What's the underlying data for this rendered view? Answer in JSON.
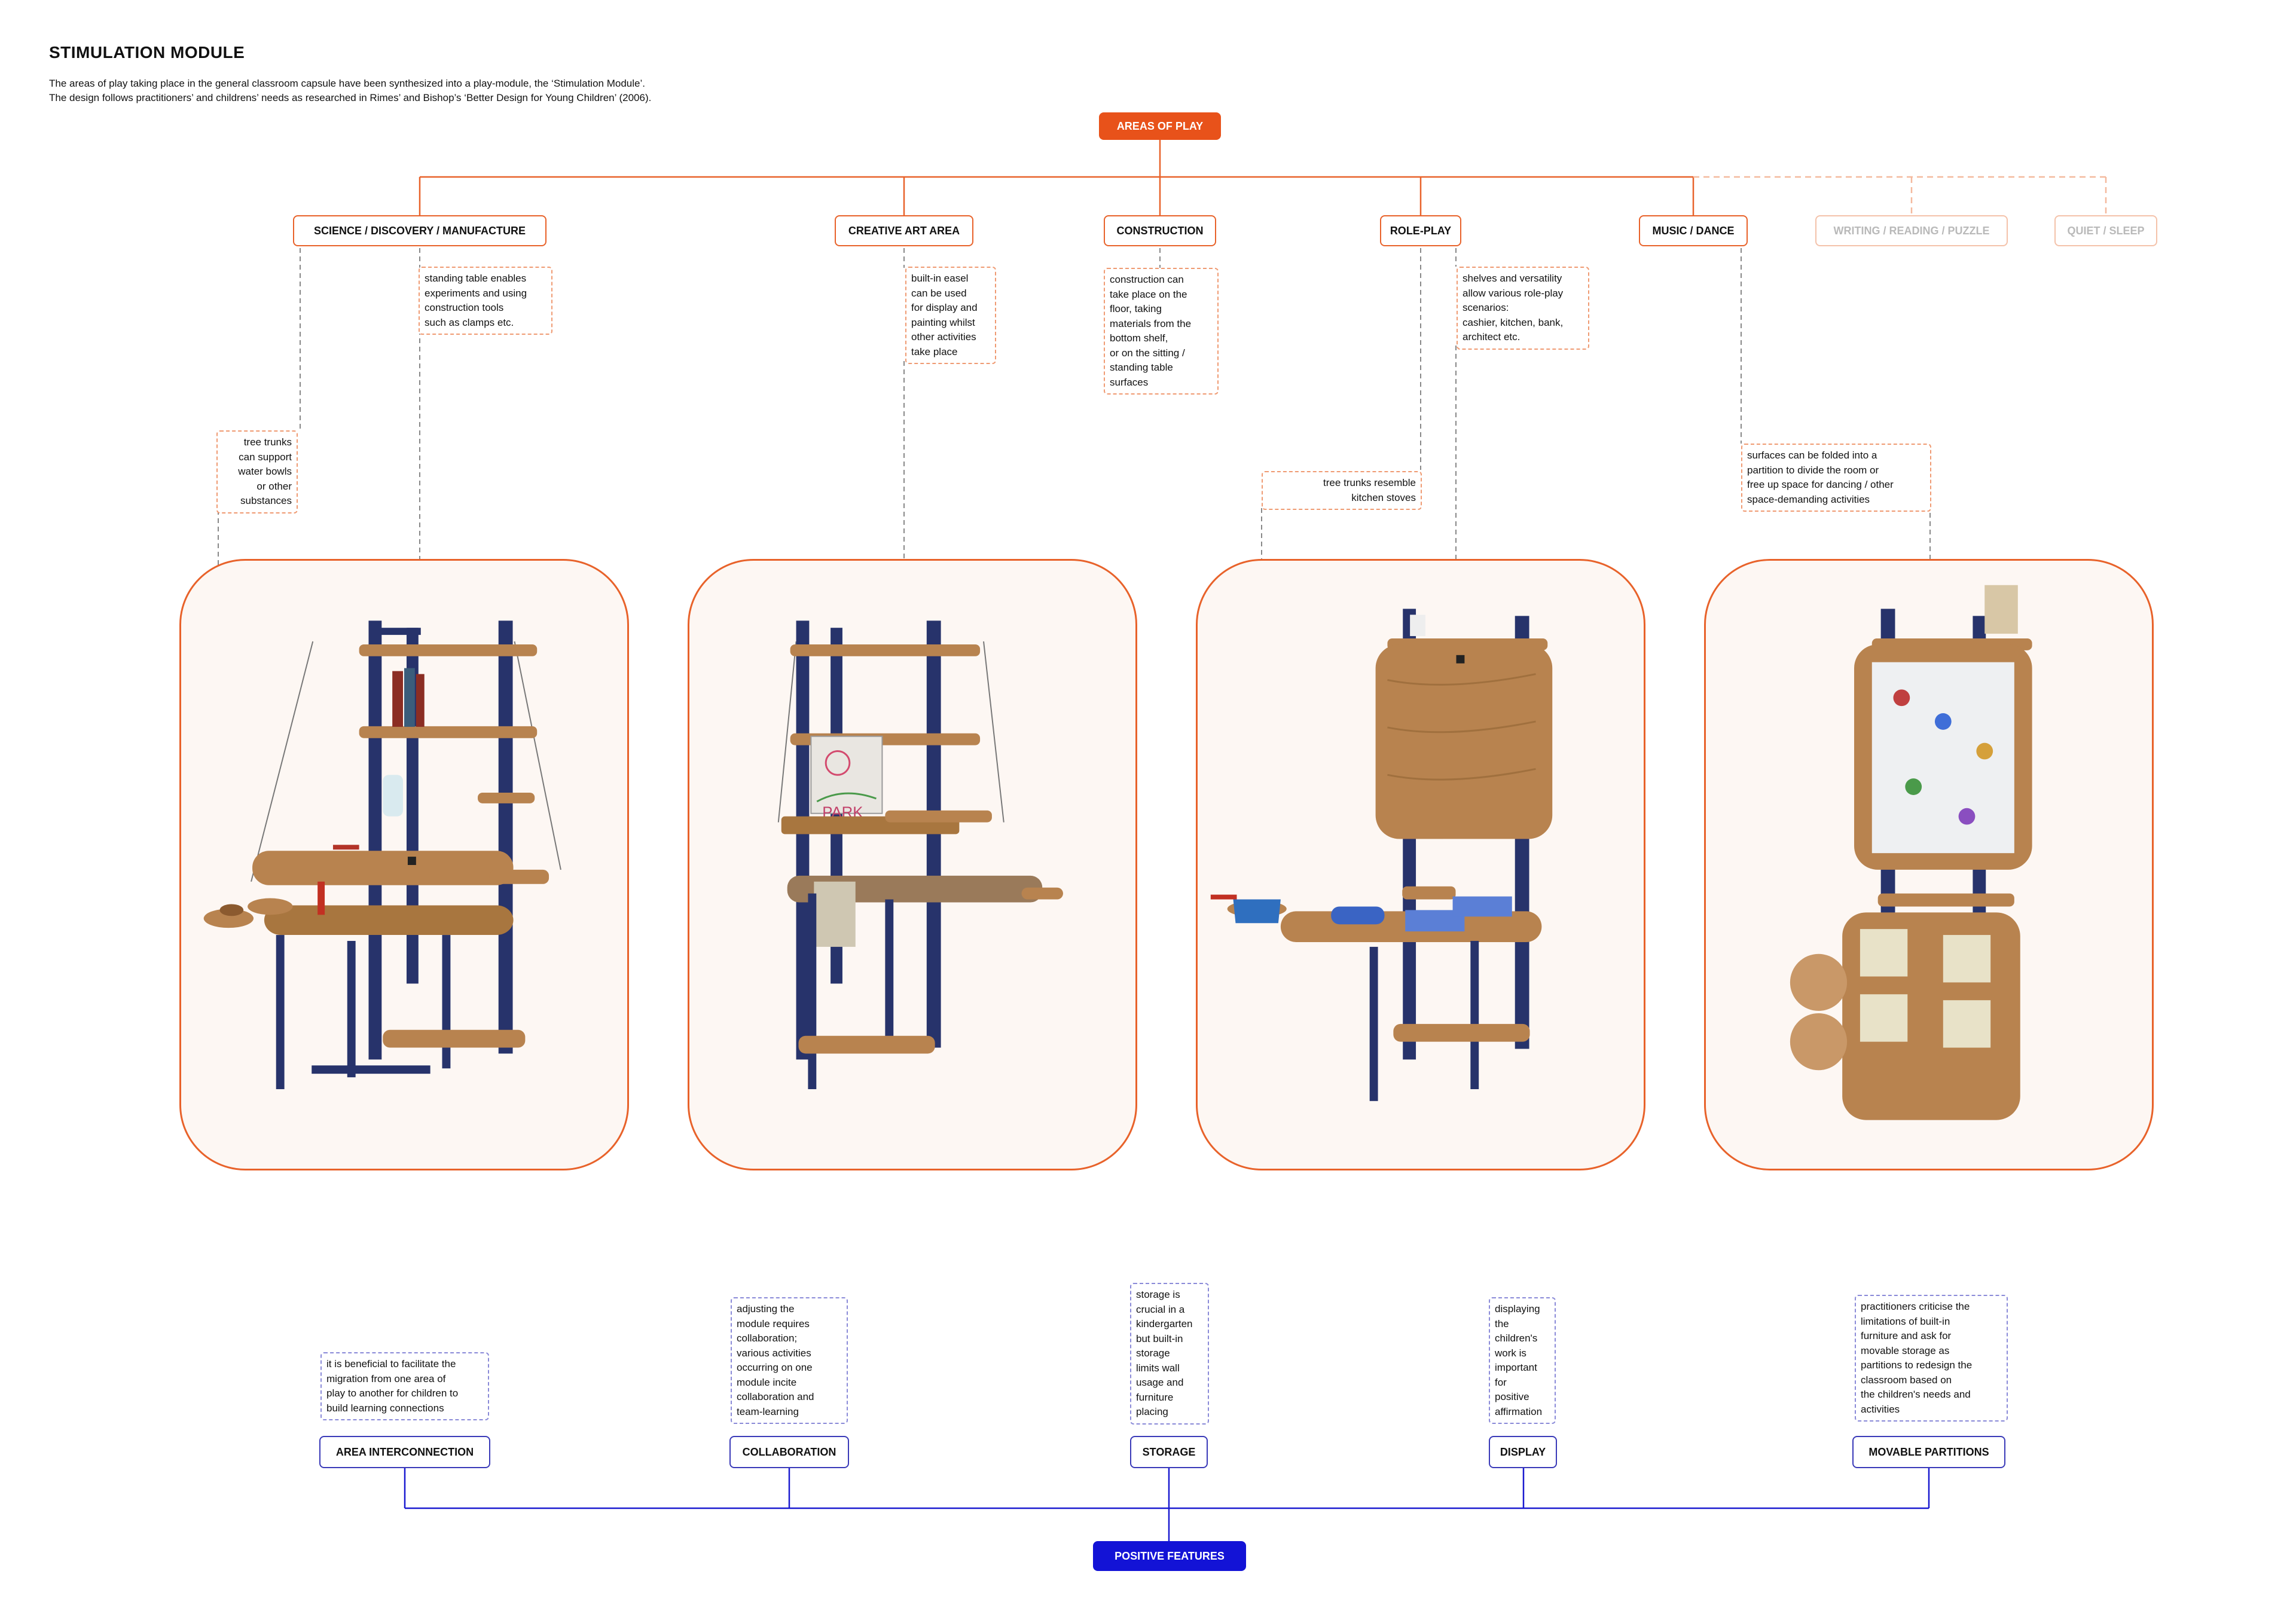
{
  "title": "STIMULATION MODULE",
  "intro": [
    "The areas of play taking place in the general classroom capsule have been synthesized into a play-module, the ‘Stimulation Module’.",
    "The design follows practitioners’ and childrens’ needs as researched in Rimes’ and Bishop’s ‘Better Design for Young Children’ (2006)."
  ],
  "areas_root": "AREAS OF PLAY",
  "areas": [
    "SCIENCE / DISCOVERY / MANUFACTURE",
    "CREATIVE ART AREA",
    "CONSTRUCTION",
    "ROLE-PLAY",
    "MUSIC / DANCE",
    "WRITING / READING / PUZZLE",
    "QUIET / SLEEP"
  ],
  "area_notes": {
    "science_table": [
      "standing table enables",
      "experiments and using",
      "construction tools",
      "such as clamps etc."
    ],
    "science_trunks": [
      "tree trunks",
      "can support",
      "water bowls",
      "or other",
      "substances"
    ],
    "art": [
      "built-in easel",
      "can be used",
      "for display and",
      "painting whilst",
      "other activities",
      "take place"
    ],
    "construction": [
      "construction can",
      "take place on the",
      "floor, taking",
      "materials from the",
      "bottom shelf,",
      "or on the sitting /",
      "standing table",
      "surfaces"
    ],
    "roleplay_shelves": [
      "shelves and versatility",
      "allow various role-play",
      "scenarios:",
      "cashier, kitchen, bank,",
      "architect etc."
    ],
    "roleplay_trunks": [
      "tree trunks resemble",
      "kitchen stoves"
    ],
    "music": [
      "surfaces can be folded into a",
      "partition to divide the room or",
      "free up space for dancing / other",
      "space-demanding activities"
    ]
  },
  "features_root": "POSITIVE FEATURES",
  "features": [
    "AREA INTERCONNECTION",
    "COLLABORATION",
    "STORAGE",
    "DISPLAY",
    "MOVABLE PARTITIONS"
  ],
  "feature_notes": {
    "interconnection": [
      "it is beneficial to facilitate the",
      "migration from one area of",
      "play to another for children to",
      "build learning connections"
    ],
    "collaboration": [
      "adjusting the",
      "module requires",
      "collaboration;",
      "various activities",
      "occurring on one",
      "module incite",
      "collaboration and",
      "team-learning"
    ],
    "storage": [
      "storage is",
      "crucial in a",
      "kindergarten",
      "but built-in",
      "storage",
      "limits wall",
      "usage and",
      "furniture",
      "placing"
    ],
    "display": [
      "displaying",
      "the",
      "children's",
      "work is",
      "important",
      "for",
      "positive",
      "affirmation"
    ],
    "partitions": [
      "practitioners criticise the",
      "limitations of built-in",
      "furniture and ask for",
      "movable storage as",
      "partitions to redesign the",
      "classroom based on",
      "the children's needs and",
      "activities"
    ]
  },
  "easel_drawing_text": "PARK",
  "colors": {
    "accent_orange": "#e8521a",
    "accent_blue": "#1313d6",
    "frame_navy": "#27336b",
    "wood": "#b8834f",
    "panel_bg": "#fdf7f3"
  }
}
